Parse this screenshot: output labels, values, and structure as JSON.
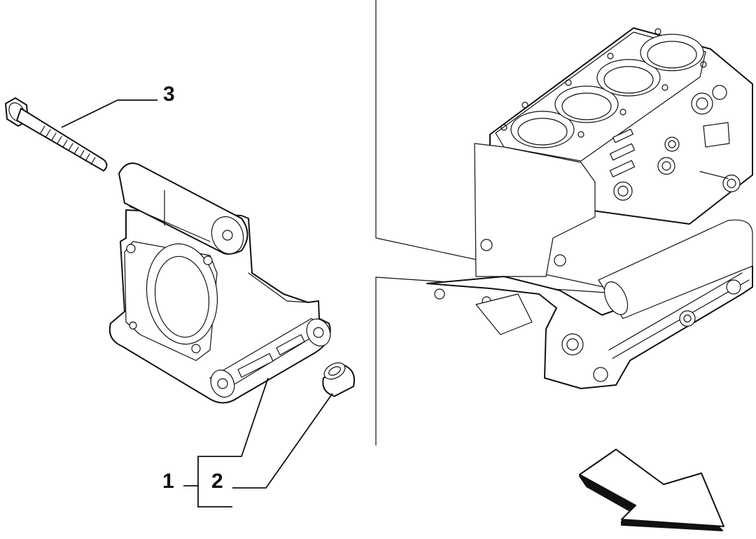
{
  "callouts": {
    "part_1": "1",
    "part_2": "2",
    "part_3": "3"
  },
  "parts": [
    {
      "ref": "3",
      "icon": "bolt-icon"
    },
    {
      "ref": "1",
      "icon": "bracket-housing-icon"
    },
    {
      "ref": "2",
      "icon": "bushing-icon"
    }
  ],
  "context": {
    "icon": "engine-block-icon",
    "direction_icon": "direction-arrow-icon"
  },
  "colors": {
    "line": "#111111",
    "background": "#ffffff"
  }
}
